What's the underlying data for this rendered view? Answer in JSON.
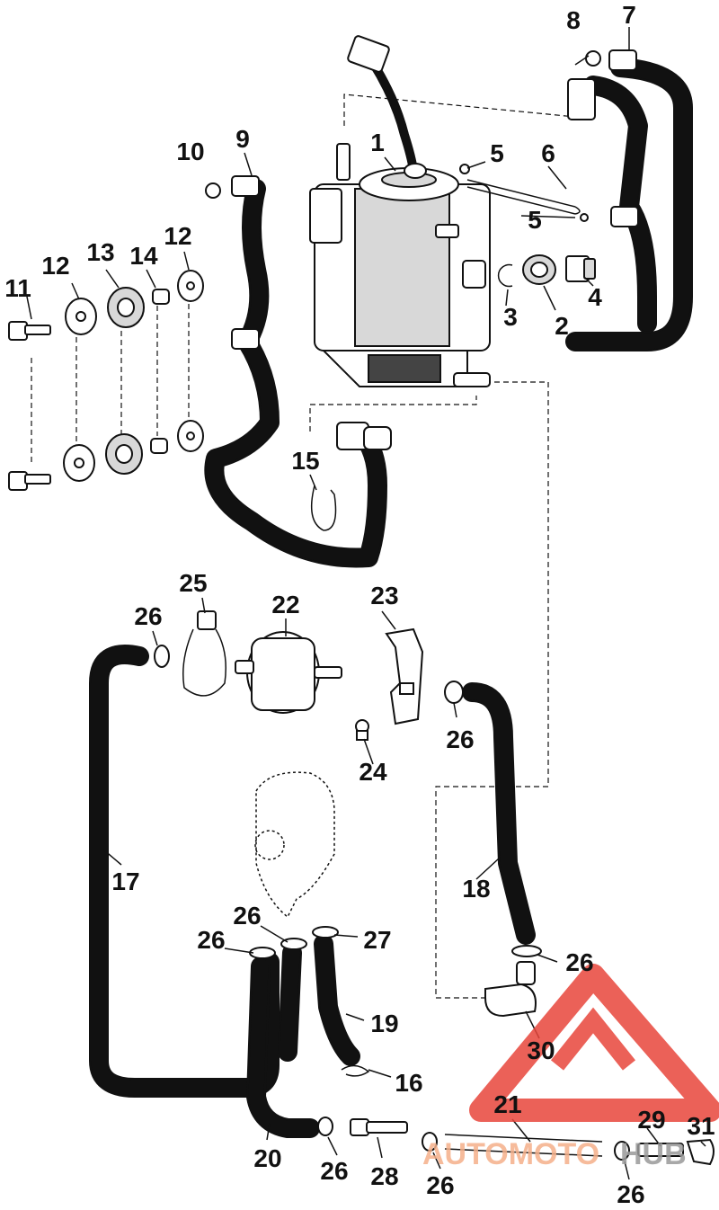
{
  "diagram": {
    "callouts": [
      {
        "id": "c1",
        "text": "1"
      },
      {
        "id": "c2",
        "text": "2"
      },
      {
        "id": "c3",
        "text": "3"
      },
      {
        "id": "c4",
        "text": "4"
      },
      {
        "id": "c5a",
        "text": "5"
      },
      {
        "id": "c5b",
        "text": "5"
      },
      {
        "id": "c6",
        "text": "6"
      },
      {
        "id": "c7",
        "text": "7"
      },
      {
        "id": "c8",
        "text": "8"
      },
      {
        "id": "c9",
        "text": "9"
      },
      {
        "id": "c10",
        "text": "10"
      },
      {
        "id": "c11",
        "text": "11"
      },
      {
        "id": "c12a",
        "text": "12"
      },
      {
        "id": "c12b",
        "text": "12"
      },
      {
        "id": "c13",
        "text": "13"
      },
      {
        "id": "c14",
        "text": "14"
      },
      {
        "id": "c15",
        "text": "15"
      },
      {
        "id": "c16",
        "text": "16"
      },
      {
        "id": "c17",
        "text": "17"
      },
      {
        "id": "c18",
        "text": "18"
      },
      {
        "id": "c19",
        "text": "19"
      },
      {
        "id": "c20",
        "text": "20"
      },
      {
        "id": "c21",
        "text": "21"
      },
      {
        "id": "c22",
        "text": "22"
      },
      {
        "id": "c23",
        "text": "23"
      },
      {
        "id": "c24",
        "text": "24"
      },
      {
        "id": "c25",
        "text": "25"
      },
      {
        "id": "c26a",
        "text": "26"
      },
      {
        "id": "c26b",
        "text": "26"
      },
      {
        "id": "c26c",
        "text": "26"
      },
      {
        "id": "c26d",
        "text": "26"
      },
      {
        "id": "c26e",
        "text": "26"
      },
      {
        "id": "c26f",
        "text": "26"
      },
      {
        "id": "c26g",
        "text": "26"
      },
      {
        "id": "c26h",
        "text": "26"
      },
      {
        "id": "c27",
        "text": "27"
      },
      {
        "id": "c28",
        "text": "28"
      },
      {
        "id": "c29",
        "text": "29"
      },
      {
        "id": "c30",
        "text": "30"
      },
      {
        "id": "c31",
        "text": "31"
      }
    ]
  },
  "watermark": {
    "text_a": "AUTOMOTO",
    "text_b": "HUB",
    "color_a": "#f5b08a",
    "color_b": "#9a9a9a",
    "logo_color": "#e8463c"
  },
  "colors": {
    "ink": "#111111",
    "background": "#ffffff"
  }
}
